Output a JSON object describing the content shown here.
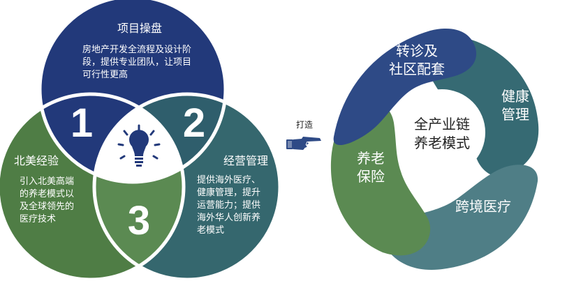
{
  "venn": {
    "top": {
      "title": "项目操盘",
      "desc": [
        "房地产开发全流程及设计阶",
        "段，提供专业团队，让项目",
        "可行性更高"
      ],
      "number": "1"
    },
    "left": {
      "title": "北美经验",
      "desc": [
        "引入北美高端",
        "的养老模式以",
        "及全球领先的",
        "医疗技术"
      ],
      "number": "3"
    },
    "right": {
      "title": "经营管理",
      "desc": [
        "提供海外医疗、",
        "健康管理，提升",
        "运营能力；提供",
        "海外华人创新养",
        "老模式"
      ],
      "number": "2"
    },
    "center_icon": "lightbulb-icon"
  },
  "arrow": {
    "label": "打造",
    "icon": "pointing-hand-icon"
  },
  "cycle": {
    "center": [
      "全产业链",
      "养老模式"
    ],
    "segments": [
      {
        "label": [
          "转诊及",
          "社区配套"
        ],
        "color": "#2e4a86"
      },
      {
        "label": [
          "健康",
          "管理"
        ],
        "color": "#366a73"
      },
      {
        "label": [
          "跨境医疗"
        ],
        "color": "#4f7e86"
      },
      {
        "label": [
          "养老",
          "保险"
        ],
        "color": "#5b8a52"
      }
    ]
  },
  "colors": {
    "navy": "#22397a",
    "teal": "#35676e",
    "green": "#4f7d45",
    "overlap": "#ffffff"
  }
}
